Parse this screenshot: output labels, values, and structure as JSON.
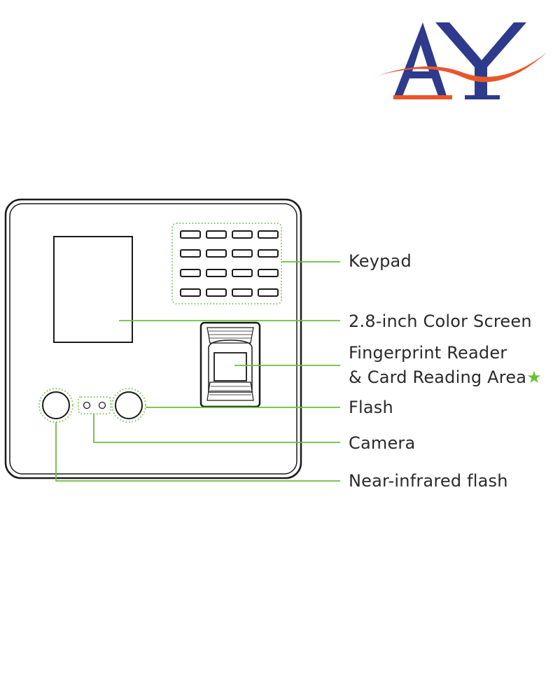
{
  "logo": {
    "text": "AY",
    "colors": {
      "letters": "#2e3a8c",
      "swoosh": "#e8572a"
    }
  },
  "callouts": {
    "keypad": "Keypad",
    "screen": "2.8-inch Color Screen",
    "fingerprint_line1": "Fingerprint Reader",
    "fingerprint_line2": "& Card Reading Area",
    "star": "★",
    "flash": "Flash",
    "camera": "Camera",
    "nir_flash": "Near-infrared flash"
  },
  "colors": {
    "leader_line": "#6cbf3b",
    "outline": "#1a1a1a",
    "text": "#2a2a2a"
  }
}
